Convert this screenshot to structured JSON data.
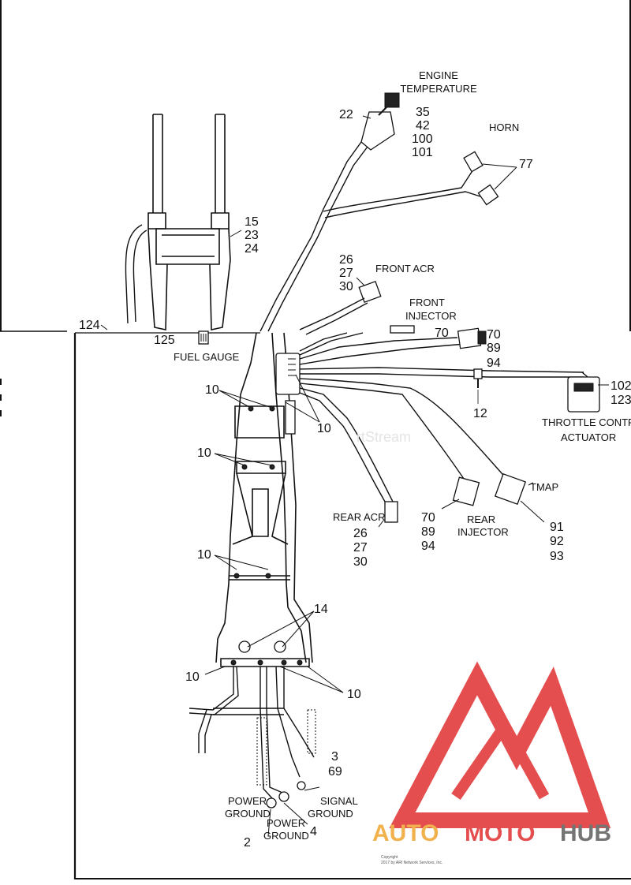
{
  "components": {
    "engine_temperature": {
      "label_1": "ENGINE",
      "label_2": "TEMPERATURE",
      "part_22": "22",
      "parts": [
        "35",
        "42",
        "100",
        "101"
      ]
    },
    "horn": {
      "label": "HORN",
      "part": "77"
    },
    "bracket": {
      "parts": [
        "15",
        "23",
        "24"
      ]
    },
    "front_acr": {
      "label": "FRONT ACR",
      "parts": [
        "26",
        "27",
        "30"
      ]
    },
    "front_injector": {
      "label_1": "FRONT",
      "label_2": "INJECTOR",
      "partial": "70",
      "parts": [
        "70",
        "89",
        "94"
      ]
    },
    "throttle_control": {
      "label_1": "THROTTLE CONTROL",
      "label_2": "ACTUATOR",
      "parts": [
        "102",
        "123"
      ]
    },
    "clip": {
      "part": "12"
    },
    "fuel_gauge": {
      "label": "FUEL GAUGE",
      "part": "125",
      "part_124": "124"
    },
    "rear_acr": {
      "label": "REAR ACR",
      "parts": [
        "26",
        "27",
        "30"
      ]
    },
    "rear_injector": {
      "label_1": "REAR",
      "label_2": "INJECTOR",
      "parts": [
        "70",
        "89",
        "94"
      ]
    },
    "tmap": {
      "label": "TMAP",
      "parts": [
        "91",
        "92",
        "93"
      ]
    },
    "ties": {
      "part": "10"
    },
    "grommets": {
      "part": "14"
    },
    "signal_ground": {
      "label_1": "SIGNAL",
      "label_2": "GROUND",
      "parts": [
        "3",
        "69"
      ]
    },
    "power_ground_1": {
      "label_1": "POWER",
      "label_2": "GROUND",
      "part": "2"
    },
    "power_ground_2": {
      "label_1": "POWER",
      "label_2": "GROUND",
      "part": "4"
    }
  },
  "watermark_faint": "rtStream",
  "copyright": {
    "line_1": "Copyright",
    "line_2": "2017 by ARI Network Services, Inc."
  },
  "logo": {
    "text_a": "AUTO",
    "text_b": "MOTO",
    "text_c": "HUB",
    "color_red": "#e23b3b",
    "color_orange": "#f0a93a",
    "color_gray": "#666666"
  }
}
